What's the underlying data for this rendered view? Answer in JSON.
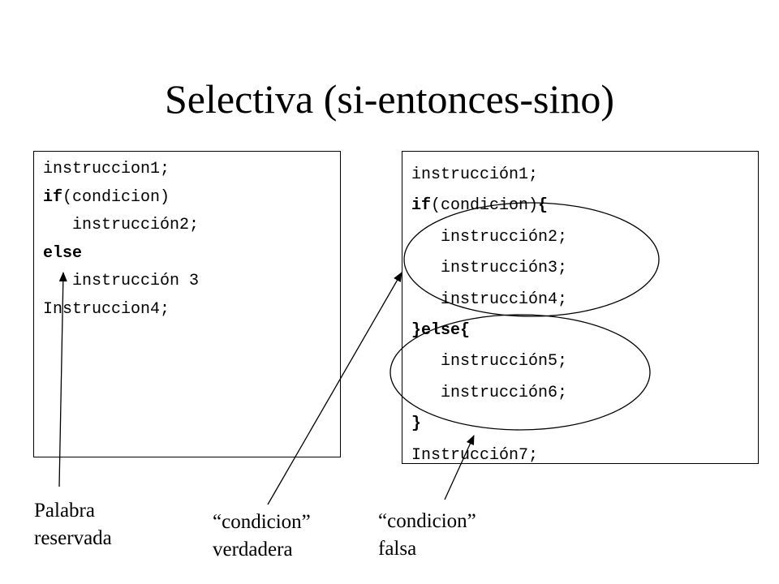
{
  "slide": {
    "title": "Selectiva (si-entonces-sino)"
  },
  "left_code": {
    "line1": "instruccion1;",
    "line2_keyword": "if",
    "line2_rest": "(condicion)",
    "line3": "instrucción2;",
    "line4_keyword": "else",
    "line5": "instrucción 3",
    "line6": "Instruccion4;"
  },
  "right_code": {
    "line1": "instrucción1;",
    "line2_keyword": "if",
    "line2_rest": "(condicion)",
    "line2_brace": "{",
    "line3": "instrucción2;",
    "line4": "instrucción3;",
    "line5": "instrucción4;",
    "line6_brace": "}",
    "line6_keyword": "else",
    "line6_brace2": "{",
    "line7": "instrucción5;",
    "line8": "instrucción6;",
    "line9_brace": "}",
    "line10": "Instrucción7;"
  },
  "annotations": {
    "reserved_word_line1": "Palabra",
    "reserved_word_line2": "reservada",
    "true_condition_line1": "“condicion”",
    "true_condition_line2": "verdadera",
    "false_condition_line1": "“condicion”",
    "false_condition_line2": "falsa"
  }
}
